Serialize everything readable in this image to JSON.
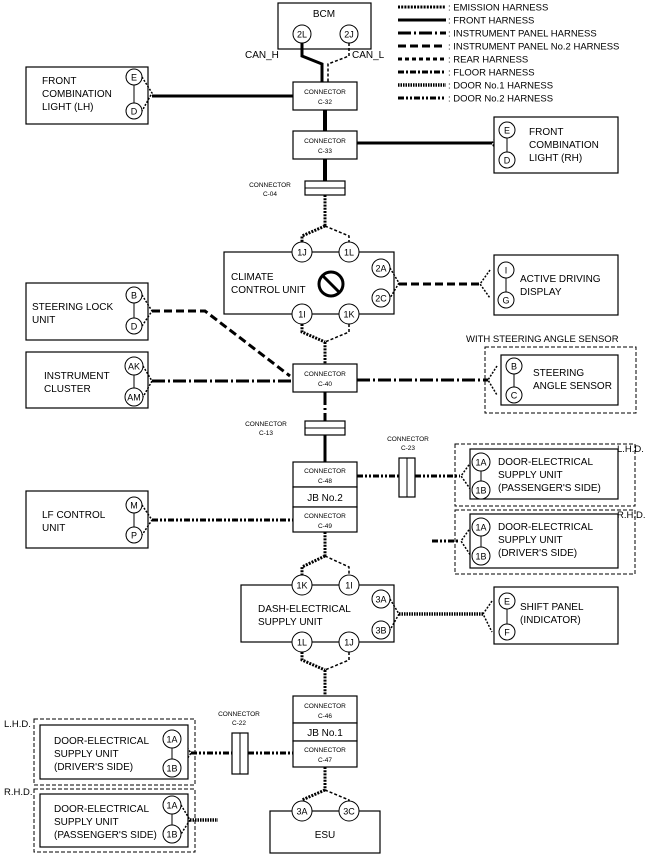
{
  "legend": {
    "emission": ": EMISSION HARNESS",
    "front": ": FRONT HARNESS",
    "instrument_panel": ": INSTRUMENT PANEL HARNESS",
    "instrument_panel_2": ": INSTRUMENT PANEL No.2 HARNESS",
    "rear": ": REAR HARNESS",
    "floor": ": FLOOR HARNESS",
    "door1": ": DOOR No.1 HARNESS",
    "door2": ": DOOR No.2 HARNESS"
  },
  "bcm": {
    "title": "BCM",
    "pin_left": "2L",
    "pin_right": "2J",
    "can_h": "CAN_H",
    "can_l": "CAN_L"
  },
  "fcl_lh": {
    "line1": "FRONT",
    "line2": "COMBINATION",
    "line3": "LIGHT (LH)",
    "pin_top": "E",
    "pin_bottom": "D"
  },
  "fcl_rh": {
    "line1": "FRONT",
    "line2": "COMBINATION",
    "line3": "LIGHT (RH)",
    "pin_top": "E",
    "pin_bottom": "D"
  },
  "connectors": {
    "c32": {
      "line1": "CONNECTOR",
      "line2": "C-32"
    },
    "c33": {
      "line1": "CONNECTOR",
      "line2": "C-33"
    },
    "c04": {
      "line1": "CONNECTOR",
      "line2": "C-04"
    },
    "c40": {
      "line1": "CONNECTOR",
      "line2": "C-40"
    },
    "c13": {
      "line1": "CONNECTOR",
      "line2": "C-13"
    },
    "c23": {
      "line1": "CONNECTOR",
      "line2": "C-23"
    },
    "c48": {
      "line1": "CONNECTOR",
      "line2": "C-48"
    },
    "c49": {
      "line1": "CONNECTOR",
      "line2": "C-49"
    },
    "c46": {
      "line1": "CONNECTOR",
      "line2": "C-46"
    },
    "c47": {
      "line1": "CONNECTOR",
      "line2": "C-47"
    },
    "c22": {
      "line1": "CONNECTOR",
      "line2": "C-22"
    }
  },
  "climate": {
    "line1": "CLIMATE",
    "line2": "CONTROL UNIT",
    "pin_1j": "1J",
    "pin_1l": "1L",
    "pin_1i": "1I",
    "pin_1k": "1K",
    "pin_2a": "2A",
    "pin_2c": "2C"
  },
  "add": {
    "line1": "ACTIVE DRIVING",
    "line2": "DISPLAY",
    "pin_top": "I",
    "pin_bottom": "G"
  },
  "steering_lock": {
    "line1": "STEERING LOCK",
    "line2": "UNIT",
    "pin_top": "B",
    "pin_bottom": "D"
  },
  "cluster": {
    "line1": "INSTRUMENT",
    "line2": "CLUSTER",
    "pin_top": "AK",
    "pin_bottom": "AM"
  },
  "sas": {
    "header": "WITH STEERING ANGLE SENSOR",
    "line1": "STEERING",
    "line2": "ANGLE SENSOR",
    "pin_top": "B",
    "pin_bottom": "C"
  },
  "jb2": {
    "label": "JB No.2"
  },
  "jb1": {
    "label": "JB No.1"
  },
  "lhd": "L.H.D.",
  "rhd": "R.H.D.",
  "door_pass_lhd": {
    "line1": "DOOR-ELECTRICAL",
    "line2": "SUPPLY UNIT",
    "line3": "(PASSENGER'S SIDE)",
    "pin_top": "1A",
    "pin_bottom": "1B"
  },
  "door_drv_rhd": {
    "line1": "DOOR-ELECTRICAL",
    "line2": "SUPPLY UNIT",
    "line3": "(DRIVER'S SIDE)",
    "pin_top": "1A",
    "pin_bottom": "1B"
  },
  "lf": {
    "line1": "LF CONTROL",
    "line2": "UNIT",
    "pin_top": "M",
    "pin_bottom": "P"
  },
  "dash": {
    "line1": "DASH-ELECTRICAL",
    "line2": "SUPPLY UNIT",
    "pin_1k": "1K",
    "pin_1i": "1I",
    "pin_1l": "1L",
    "pin_1j": "1J",
    "pin_3a": "3A",
    "pin_3b": "3B"
  },
  "shift": {
    "line1": "SHIFT PANEL",
    "line2": "(INDICATOR)",
    "pin_top": "E",
    "pin_bottom": "F"
  },
  "door_drv_lhd": {
    "line1": "DOOR-ELECTRICAL",
    "line2": "SUPPLY UNIT",
    "line3": "(DRIVER'S SIDE)",
    "pin_top": "1A",
    "pin_bottom": "1B"
  },
  "door_pass_rhd": {
    "line1": "DOOR-ELECTRICAL",
    "line2": "SUPPLY UNIT",
    "line3": "(PASSENGER'S SIDE)",
    "pin_top": "1A",
    "pin_bottom": "1B"
  },
  "esu": {
    "title": "ESU",
    "pin_3a": "3A",
    "pin_3c": "3C"
  }
}
